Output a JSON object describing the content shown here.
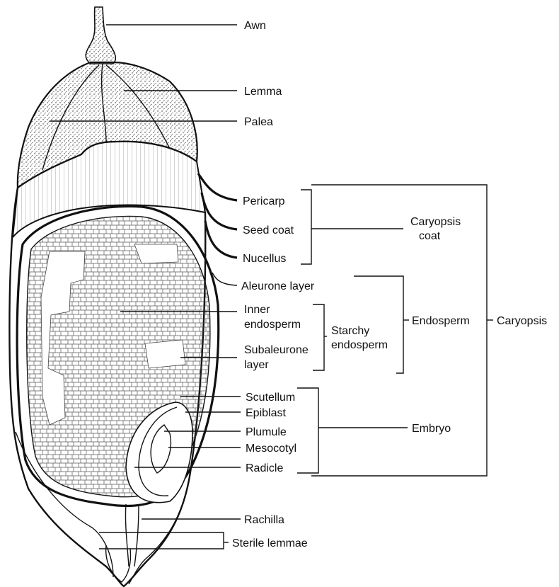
{
  "labels": {
    "awn": "Awn",
    "lemma": "Lemma",
    "palea": "Palea",
    "pericarp": "Pericarp",
    "seed_coat": "Seed coat",
    "nucellus": "Nucellus",
    "caryopsis_coat_1": "Caryopsis",
    "caryopsis_coat_2": "coat",
    "aleurone_layer": "Aleurone layer",
    "inner_endosperm_1": "Inner",
    "inner_endosperm_2": "endosperm",
    "starchy_endosperm_1": "Starchy",
    "starchy_endosperm_2": "endosperm",
    "endosperm": "Endosperm",
    "caryopsis": "Caryopsis",
    "subaleurone_1": "Subaleurone",
    "subaleurone_2": "layer",
    "scutellum": "Scutellum",
    "epiblast": "Epiblast",
    "plumule": "Plumule",
    "mesocotyl": "Mesocotyl",
    "radicle": "Radicle",
    "embryo": "Embryo",
    "rachilla": "Rachilla",
    "sterile_lemmae": "Sterile lemmae"
  }
}
